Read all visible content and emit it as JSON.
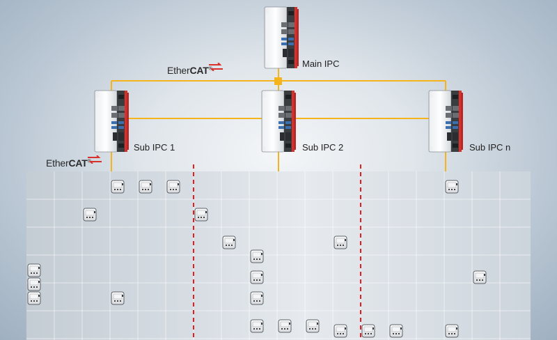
{
  "nodes": {
    "main": "Main IPC",
    "sub1": "Sub IPC 1",
    "sub2": "Sub IPC 2",
    "subn": "Sub IPC n"
  },
  "ethercat": {
    "prefix": "Ether",
    "suffix": "CAT",
    "mark": "®"
  },
  "colors": {
    "bus_line": "#f5b31c",
    "partition_line": "#e02020",
    "ipc_accent": "#d6322a",
    "ethercat_arrow": "#d6322a"
  },
  "grid": {
    "columns": 18,
    "rows": 6,
    "partitions_after_column": [
      6,
      12
    ]
  },
  "io_modules": [
    {
      "col": 3,
      "row": 0
    },
    {
      "col": 4,
      "row": 0
    },
    {
      "col": 5,
      "row": 0
    },
    {
      "col": 15,
      "row": 0
    },
    {
      "col": 2,
      "row": 1
    },
    {
      "col": 6,
      "row": 1
    },
    {
      "col": 7,
      "row": 2
    },
    {
      "col": 11,
      "row": 2
    },
    {
      "col": 8,
      "row": 2.5
    },
    {
      "col": 0,
      "row": 3
    },
    {
      "col": 0,
      "row": 3.5
    },
    {
      "col": 0,
      "row": 4
    },
    {
      "col": 3,
      "row": 4
    },
    {
      "col": 8,
      "row": 3.25
    },
    {
      "col": 8,
      "row": 4
    },
    {
      "col": 16,
      "row": 3.25
    },
    {
      "col": 8,
      "row": 5
    },
    {
      "col": 9,
      "row": 5
    },
    {
      "col": 10,
      "row": 5
    },
    {
      "col": 11,
      "row": 5.5
    },
    {
      "col": 12,
      "row": 5.5
    },
    {
      "col": 13,
      "row": 5.5
    },
    {
      "col": 15,
      "row": 5.5
    }
  ]
}
